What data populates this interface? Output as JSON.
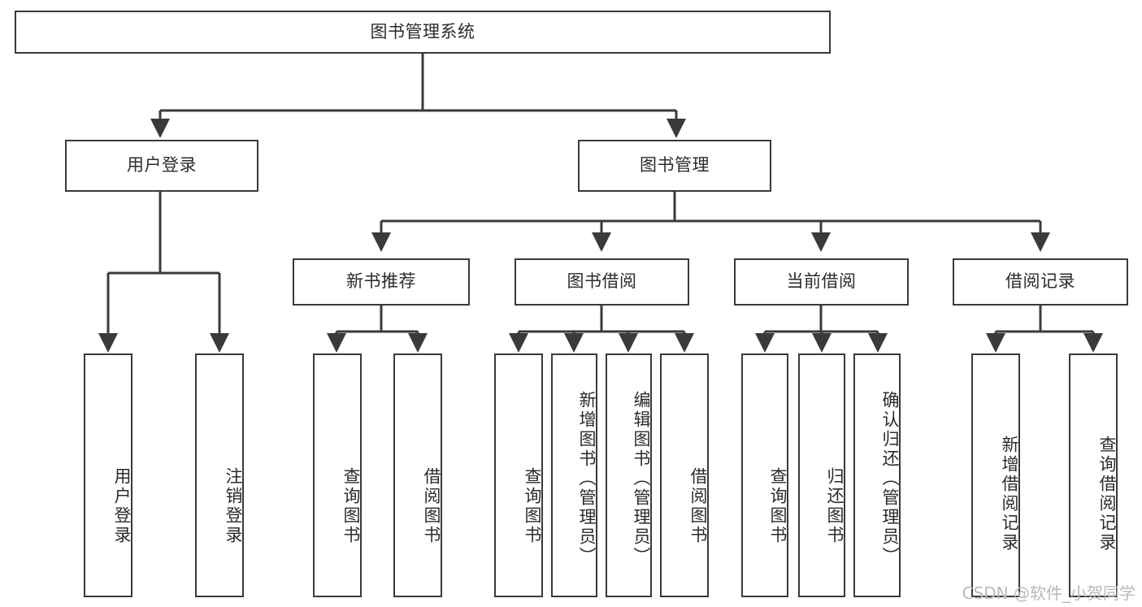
{
  "diagram": {
    "title": "图书管理系统",
    "watermark": "CSDN @软件_小贺同学",
    "colors": {
      "stroke": "#3a3a3a",
      "fill": "#ffffff",
      "text": "#2b2b2b",
      "watermark": "#b9b9b9"
    },
    "levels": {
      "root": {
        "label": "图书管理系统"
      },
      "level2": [
        {
          "label": "用户登录"
        },
        {
          "label": "图书管理"
        }
      ],
      "level3": [
        {
          "label": "新书推荐"
        },
        {
          "label": "图书借阅"
        },
        {
          "label": "当前借阅"
        },
        {
          "label": "借阅记录"
        }
      ],
      "leaves": [
        {
          "label": "用户登录",
          "parent": "用户登录"
        },
        {
          "label": "注销登录",
          "parent": "用户登录"
        },
        {
          "label": "查询图书",
          "parent": "新书推荐"
        },
        {
          "label": "借阅图书",
          "parent": "新书推荐"
        },
        {
          "label": "查询图书",
          "parent": "图书借阅"
        },
        {
          "label": "新增图书（管理员）",
          "parent": "图书借阅"
        },
        {
          "label": "编辑图书（管理员）",
          "parent": "图书借阅"
        },
        {
          "label": "借阅图书",
          "parent": "图书借阅"
        },
        {
          "label": "查询图书",
          "parent": "当前借阅"
        },
        {
          "label": "归还图书",
          "parent": "当前借阅"
        },
        {
          "label": "确认归还（管理员）",
          "parent": "当前借阅"
        },
        {
          "label": "新增借阅记录",
          "parent": "借阅记录"
        },
        {
          "label": "查询借阅记录",
          "parent": "借阅记录"
        }
      ]
    }
  }
}
